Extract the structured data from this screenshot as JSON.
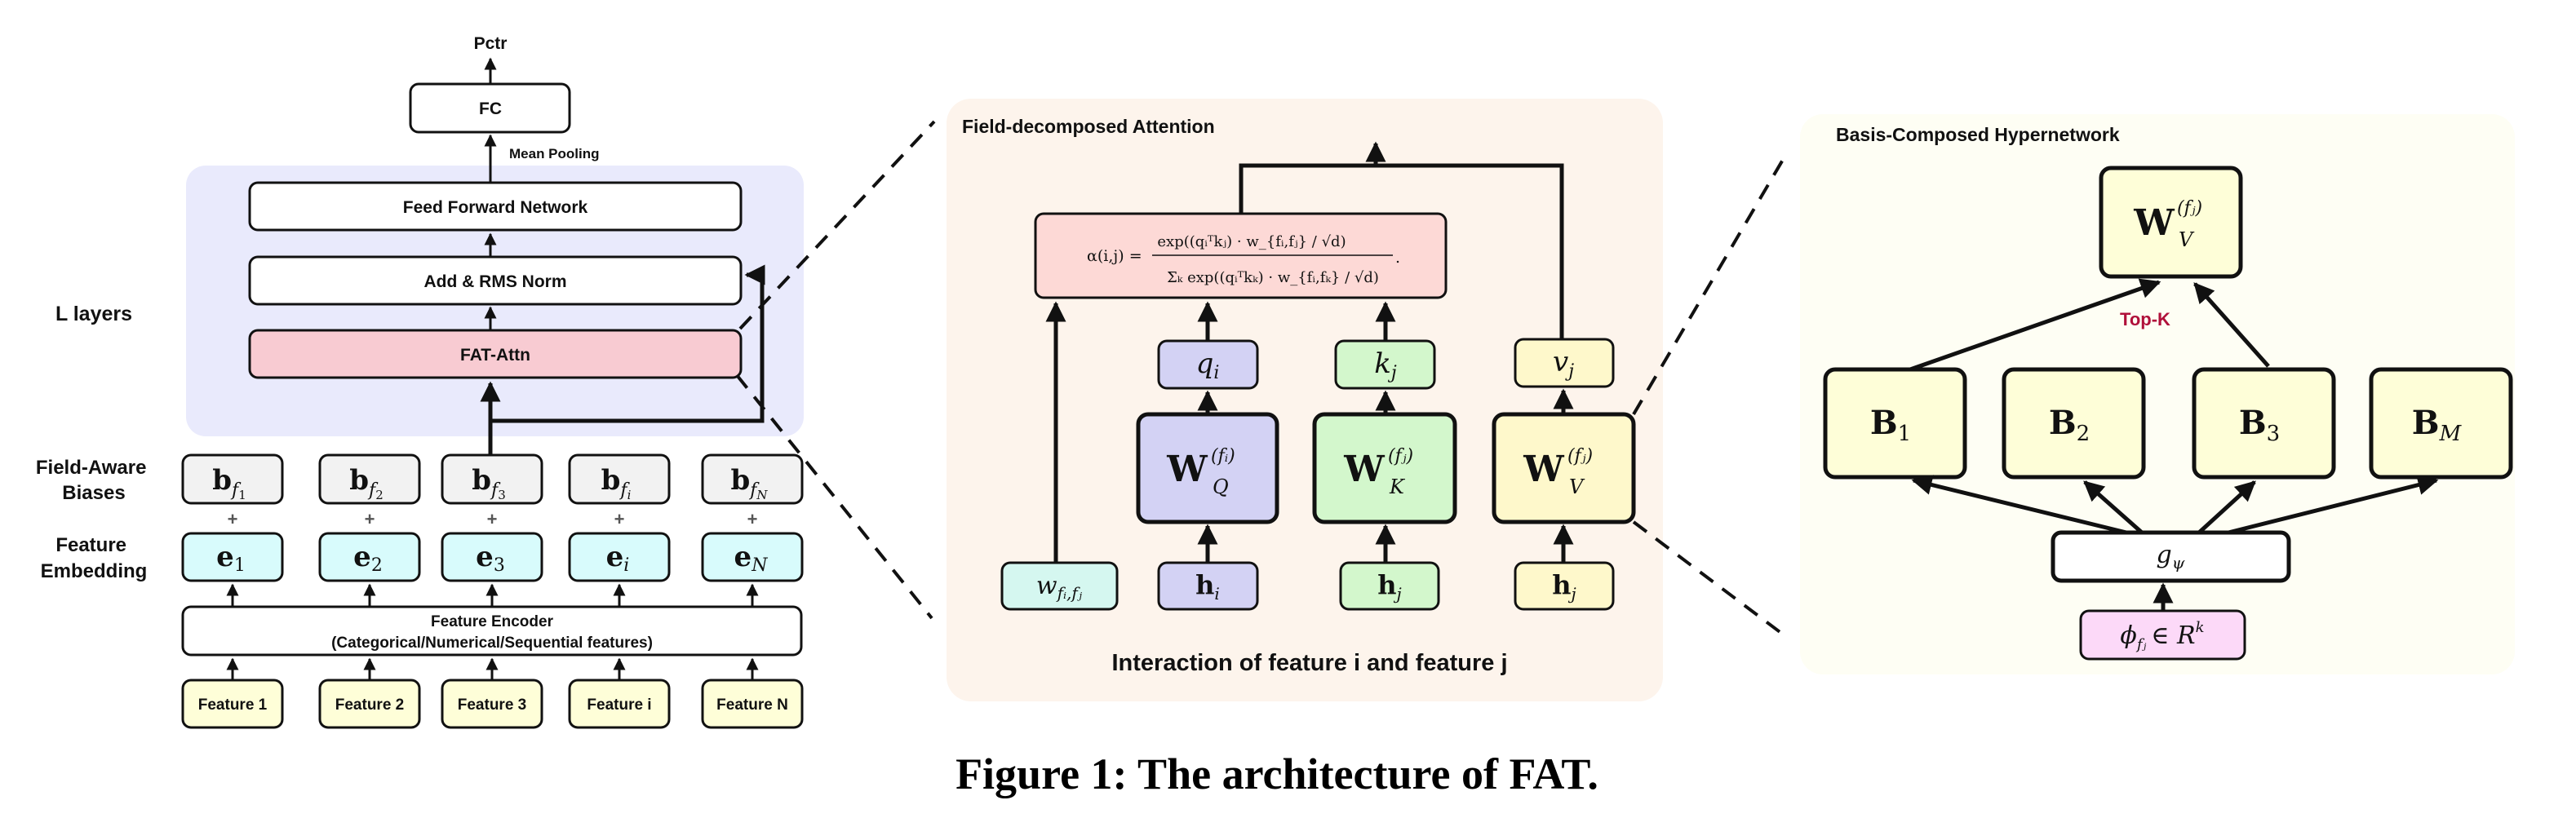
{
  "colors": {
    "layer_panel": "#e9eafc",
    "attn_panel": "#fdf4ec",
    "hyper_panel": "#fefef4",
    "fat_attn": "#f8cbd2",
    "bias": "#f2f2f2",
    "embedding": "#d8fbfc",
    "feature": "#fefed8",
    "formula": "#fdd9d6",
    "query": "#d3d2f4",
    "key": "#d3f7cc",
    "value": "#fef8cb",
    "weight": "#d5f7f0",
    "phi": "#fcd9f8",
    "topk": "#b0103a"
  },
  "left": {
    "output_label": "Pctr",
    "fc_label": "FC",
    "pooling_label": "Mean Pooling",
    "layers_label": "L layers",
    "ffn_label": "Feed Forward Network",
    "norm_label": "Add & RMS Norm",
    "fat_attn_label": "FAT-Attn",
    "bias_row_label": [
      "Field-Aware",
      "Biases"
    ],
    "embedding_row_label": [
      "Feature",
      "Embedding"
    ],
    "biases": [
      {
        "base": "b",
        "sub": "f",
        "subsub": "1"
      },
      {
        "base": "b",
        "sub": "f",
        "subsub": "2"
      },
      {
        "base": "b",
        "sub": "f",
        "subsub": "3"
      },
      {
        "base": "b",
        "sub": "f",
        "subsub": "i"
      },
      {
        "base": "b",
        "sub": "f",
        "subsub": "N"
      }
    ],
    "plus_sign": "+",
    "embeddings": [
      {
        "base": "e",
        "sub": "1"
      },
      {
        "base": "e",
        "sub": "2"
      },
      {
        "base": "e",
        "sub": "3"
      },
      {
        "base": "e",
        "sub": "i"
      },
      {
        "base": "e",
        "sub": "N"
      }
    ],
    "encoder_title": "Feature Encoder",
    "encoder_subtitle": "(Categorical/Numerical/Sequential features)",
    "features": [
      "Feature 1",
      "Feature 2",
      "Feature 3",
      "Feature i",
      "Feature N"
    ]
  },
  "middle": {
    "title": "Field-decomposed Attention",
    "formula": {
      "lhs": "α(i,j) =",
      "numerator": "exp((qᵢᵀkⱼ) · w_{fᵢ,fⱼ} / √d)",
      "denominator": "Σₖ exp((qᵢᵀkₖ) · w_{fᵢ,fₖ} / √d)",
      "trailing": "."
    },
    "q": {
      "base": "q",
      "sub": "i"
    },
    "k": {
      "base": "k",
      "sub": "j"
    },
    "v": {
      "base": "v",
      "sub": "j"
    },
    "wq": {
      "base": "W",
      "sub": "Q",
      "sup": "(fᵢ)"
    },
    "wk": {
      "base": "W",
      "sub": "K",
      "sup": "(fⱼ)"
    },
    "wv": {
      "base": "W",
      "sub": "V",
      "sup": "(fⱼ)"
    },
    "w_pair": {
      "base": "w",
      "sub": "fᵢ,fⱼ"
    },
    "hi": {
      "base": "h",
      "sub": "i"
    },
    "hj_k": {
      "base": "h",
      "sub": "j"
    },
    "hj_v": {
      "base": "h",
      "sub": "j"
    },
    "footer": "Interaction of feature i and feature j"
  },
  "right": {
    "title": "Basis-Composed Hypernetwork",
    "wv": {
      "base": "W",
      "sub": "V",
      "sup": "(fⱼ)"
    },
    "topk_label": "Top-K",
    "bases": [
      {
        "base": "B",
        "sub": "1"
      },
      {
        "base": "B",
        "sub": "2"
      },
      {
        "base": "B",
        "sub": "3"
      },
      {
        "base": "B",
        "sub": "M"
      }
    ],
    "generator": {
      "base": "g",
      "sub": "ψ"
    },
    "phi": {
      "base": "ϕ",
      "sub": "fⱼ",
      "rel": "∈ R",
      "sup": "k"
    }
  },
  "caption": "Figure 1: The architecture of FAT."
}
